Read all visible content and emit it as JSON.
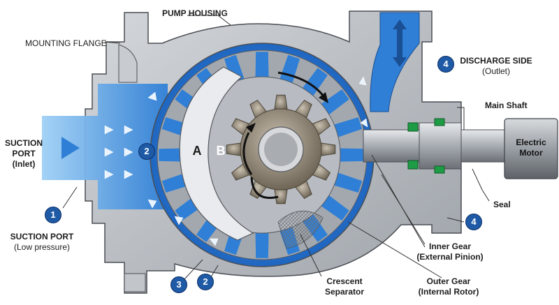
{
  "labels": {
    "pump_housing": "PUMP HOUSING",
    "mounting_flange": "MOUNTING FLANGE",
    "discharge_title": "DISCHARGE SIDE",
    "discharge_sub": "(Outlet)",
    "main_shaft": "Main Shaft",
    "motor_line1": "Electric",
    "motor_line2": "Motor",
    "seal": "Seal",
    "suction_port_1": "SUCTION",
    "suction_port_2": "PORT",
    "suction_port_3": "(Inlet)",
    "suction_low_1": "SUCTION PORT",
    "suction_low_2": "(Low pressure)",
    "inner_gear_1": "Inner Gear",
    "inner_gear_2": "(External Pinion)",
    "outer_gear_1": "Outer Gear",
    "outer_gear_2": "(Internal Rotor)",
    "crescent_1": "Crescent",
    "crescent_2": "Separator",
    "letter_a": "A",
    "letter_b": "B"
  },
  "badges": {
    "one": "1",
    "two_a": "2",
    "two_b": "2",
    "three": "3",
    "four_a": "4",
    "four_b": "4"
  },
  "colors": {
    "fluid": "#2f7fd6",
    "fluid_light": "#5aa7ec",
    "housing": "#b8bcc2",
    "badge": "#1f5aa6",
    "gear": "#9a9ea4",
    "pinion": "#8a7f6e"
  }
}
